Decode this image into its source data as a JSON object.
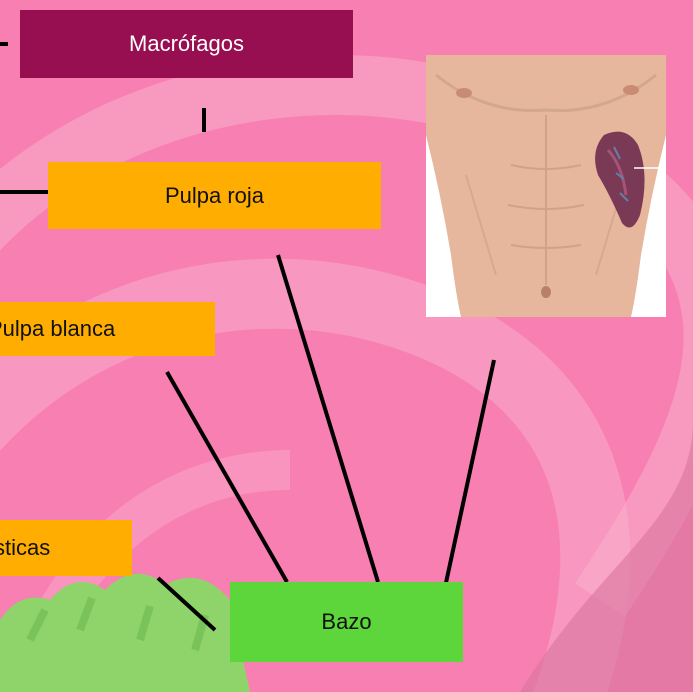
{
  "colors": {
    "background": "#f77fb2",
    "macrofagos_box": "#980f51",
    "orange_box": "#ffad00",
    "bazo_box": "#5cd63a",
    "connector": "#000000",
    "background_accent": "#f9b0cb",
    "green_blob": "#8fd46b"
  },
  "diagram": {
    "macrofagos": {
      "label": "Macrófagos"
    },
    "pulpa_roja": {
      "label": "Pulpa roja"
    },
    "pulpa_blanca": {
      "label": "Pulpa blanca"
    },
    "caracteristicas": {
      "label": "sticas"
    },
    "bazo": {
      "label": "Bazo"
    },
    "illustration": {
      "icon": "torso-spleen-illustration-icon"
    }
  }
}
